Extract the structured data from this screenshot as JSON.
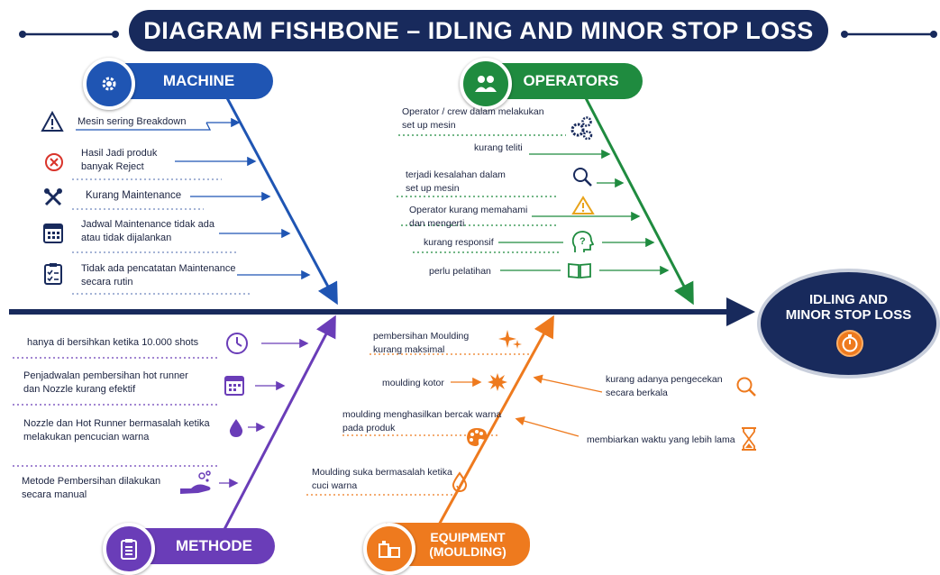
{
  "title": "DIAGRAM FISHBONE – IDLING AND MINOR STOP LOSS",
  "result": {
    "line1": "IDLING AND",
    "line2": "MINOR STOP LOSS",
    "icon": "stopwatch-icon"
  },
  "colors": {
    "navy": "#182a5c",
    "machine": "#1f55b3",
    "operators": "#1f8b3f",
    "methode": "#6a3db8",
    "equipment": "#ee7a1e"
  },
  "categories": {
    "machine": {
      "label": "MACHINE",
      "icon": "gear-icon",
      "causes": [
        {
          "text": "Mesin sering Breakdown",
          "icon": "warning-icon"
        },
        {
          "text": "Hasil Jadi produk\nbanyak Reject",
          "icon": "x-circle-icon"
        },
        {
          "text": "Kurang Maintenance",
          "icon": "tools-icon"
        },
        {
          "text": "Jadwal Maintenance tidak ada\natau tidak dijalankan",
          "icon": "calendar-icon"
        },
        {
          "text": "Tidak ada pencatatan Maintenance\nsecara rutin",
          "icon": "checklist-icon"
        }
      ]
    },
    "operators": {
      "label": "OPERATORS",
      "icon": "people-icon",
      "causes": [
        {
          "text": "Operator / crew dalam melakukan\nset up mesin",
          "icon": "gears-icon"
        },
        {
          "text": "kurang teliti",
          "icon": ""
        },
        {
          "text": "terjadi kesalahan dalam\nset up mesin",
          "icon": "magnifier-icon"
        },
        {
          "text": "Operator kurang memahami\ndan mengerti",
          "icon": "warning-icon"
        },
        {
          "text": "kurang responsif",
          "icon": "question-head-icon"
        },
        {
          "text": "perlu pelatihan",
          "icon": "book-icon"
        }
      ]
    },
    "methode": {
      "label": "METHODE",
      "icon": "clipboard-icon",
      "causes": [
        {
          "text": "hanya di bersihkan ketika 10.000 shots",
          "icon": "clock-icon"
        },
        {
          "text": "Penjadwalan pembersihan hot runner\ndan Nozzle kurang efektif",
          "icon": "calendar-icon"
        },
        {
          "text": "Nozzle dan Hot Runner bermasalah ketika\nmelakukan pencucian warna",
          "icon": "drop-icon"
        },
        {
          "text": "Metode Pembersihan dilakukan\nsecara manual",
          "icon": "washing-hand-icon"
        }
      ]
    },
    "equipment": {
      "label": "EQUIPMENT\n(MOULDING)",
      "icon": "machine-icon",
      "causes": [
        {
          "text": "pembersihan Moulding\nkurang maksimal",
          "icon": "sparkle-icon"
        },
        {
          "text": "moulding kotor",
          "icon": "splat-icon"
        },
        {
          "text": "moulding menghasilkan bercak warna\npada produk",
          "icon": "palette-icon"
        },
        {
          "text": "Moulding suka bermasalah ketika\ncuci warna",
          "icon": "drop-icon"
        }
      ],
      "right_causes": [
        {
          "text": "kurang adanya pengecekan\nsecara berkala",
          "icon": "magnifier-icon"
        },
        {
          "text": "membiarkan waktu yang lebih lama",
          "icon": "hourglass-icon"
        }
      ]
    }
  }
}
